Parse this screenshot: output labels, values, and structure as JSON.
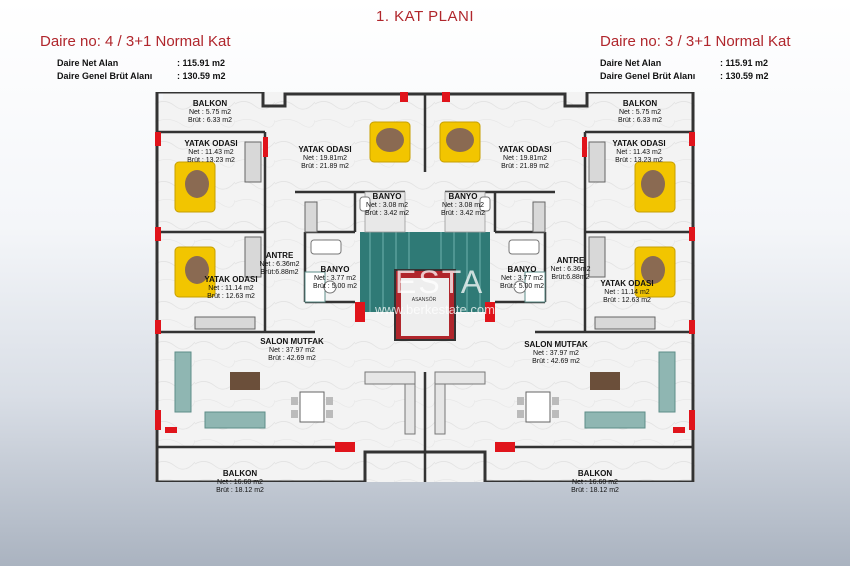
{
  "title": "1. KAT PLANI",
  "left_unit": {
    "header": "Daire no:  4  / 3+1 Normal Kat",
    "net_label": "Daire Net Alan",
    "net_value": ":   115.91 m2",
    "gross_label": "Daire Genel Brüt Alanı",
    "gross_value": ":   130.59 m2"
  },
  "right_unit": {
    "header": "Daire no:  3  / 3+1 Normal Kat",
    "net_label": "Daire Net Alan",
    "net_value": ":   115.91 m2",
    "gross_label": "Daire Genel Brüt Alanı",
    "gross_value": ":   130.59 m2"
  },
  "rooms_left": {
    "balkon_top": {
      "name": "BALKON",
      "net": "Net  : 5.75 m2",
      "brut": "Brüt : 6.33 m2"
    },
    "yatak1": {
      "name": "YATAK ODASI",
      "net": "Net   : 11.43 m2",
      "brut": "Brüt : 13.23 m2"
    },
    "yatak2": {
      "name": "YATAK ODASI",
      "net": "Net  : 19.81m2",
      "brut": "Brüt  : 21.89 m2"
    },
    "banyo1": {
      "name": "BANYO",
      "net": "Net   : 3.08 m2",
      "brut": "Brüt  : 3.42 m2"
    },
    "antre": {
      "name": "ANTRE",
      "net": "Net : 6.36m2",
      "brut": "Brüt:6.88m2"
    },
    "banyo2": {
      "name": "BANYO",
      "net": "Net   : 3.77 m2",
      "brut": "Brüt  : 5.00 m2"
    },
    "yatak3": {
      "name": "YATAK ODASI",
      "net": "Net   : 11.14 m2",
      "brut": "Brüt : 12.63 m2"
    },
    "salon": {
      "name": "SALON MUTFAK",
      "net": "Net   : 37.97 m2",
      "brut": "Brüt  : 42.69 m2"
    },
    "balkon_bottom": {
      "name": "BALKON",
      "net": "Net  : 16.60 m2",
      "brut": "Brüt : 18.12 m2"
    }
  },
  "rooms_right": {
    "balkon_top": {
      "name": "BALKON",
      "net": "Net  : 5.75 m2",
      "brut": "Brüt : 6.33 m2"
    },
    "yatak1": {
      "name": "YATAK ODASI",
      "net": "Net   : 11.43 m2",
      "brut": "Brüt : 13.23 m2"
    },
    "yatak2": {
      "name": "YATAK ODASI",
      "net": "Net  : 19.81m2",
      "brut": "Brüt  : 21.89 m2"
    },
    "banyo1": {
      "name": "BANYO",
      "net": "Net   : 3.08 m2",
      "brut": "Brüt  : 3.42 m2"
    },
    "antre": {
      "name": "ANTRE",
      "net": "Net : 6.36m2",
      "brut": "Brüt:6.88m2"
    },
    "banyo2": {
      "name": "BANYO",
      "net": "Net   : 3.77 m2",
      "brut": "Brüt  : 5.00 m2"
    },
    "yatak3": {
      "name": "YATAK ODASI",
      "net": "Net   : 11.14 m2",
      "brut": "Brüt : 12.63 m2"
    },
    "salon": {
      "name": "SALON MUTFAK",
      "net": "Net   : 37.97 m2",
      "brut": "Brüt  : 42.69 m2"
    },
    "balkon_bottom": {
      "name": "BALKON",
      "net": "Net  : 16.60 m2",
      "brut": "Brüt : 18.12 m2"
    }
  },
  "asansor": "ASANSÖR",
  "watermark": {
    "brand": "ESTA",
    "url": "www.berkestate.com"
  },
  "colors": {
    "accent": "#b0262c",
    "wall": "#333333",
    "column": "#e0141b",
    "stair": "#2f7a76",
    "furniture_yellow": "#f2c500",
    "floor": "#f2f2f2"
  }
}
